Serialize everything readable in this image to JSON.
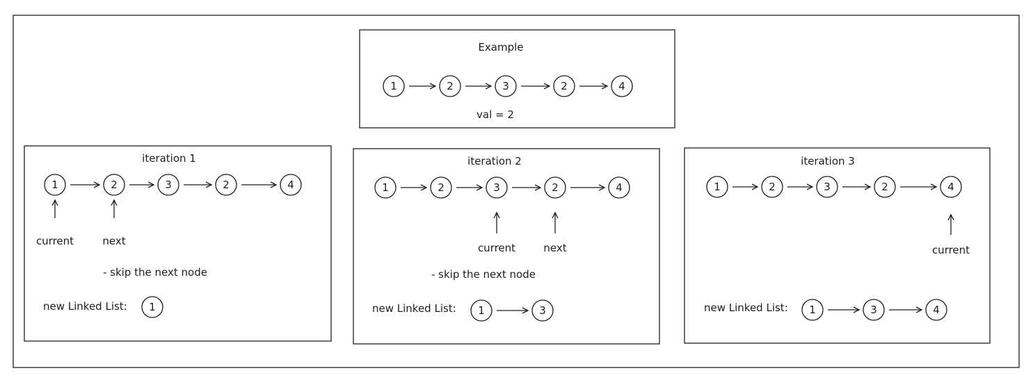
{
  "example": {
    "title": "Example",
    "nodes": [
      "1",
      "2",
      "3",
      "2",
      "4"
    ],
    "val_text": "val = 2"
  },
  "iterations": [
    {
      "title": "iteration 1",
      "nodes": [
        "1",
        "2",
        "3",
        "2",
        "4"
      ],
      "pointers": [
        {
          "label": "current",
          "node_index": 0
        },
        {
          "label": "next",
          "node_index": 1
        }
      ],
      "note": "- skip the next node",
      "new_list_label": "new Linked List:",
      "new_list": [
        "1"
      ]
    },
    {
      "title": "iteration 2",
      "nodes": [
        "1",
        "2",
        "3",
        "2",
        "4"
      ],
      "pointers": [
        {
          "label": "current",
          "node_index": 2
        },
        {
          "label": "next",
          "node_index": 3
        }
      ],
      "note": "- skip the next node",
      "new_list_label": "new Linked List:",
      "new_list": [
        "1",
        "3"
      ]
    },
    {
      "title": "iteration 3",
      "nodes": [
        "1",
        "2",
        "3",
        "2",
        "4"
      ],
      "pointers": [
        {
          "label": "current",
          "node_index": 4
        }
      ],
      "note": "",
      "new_list_label": "new Linked List:",
      "new_list": [
        "1",
        "3",
        "4"
      ]
    }
  ]
}
